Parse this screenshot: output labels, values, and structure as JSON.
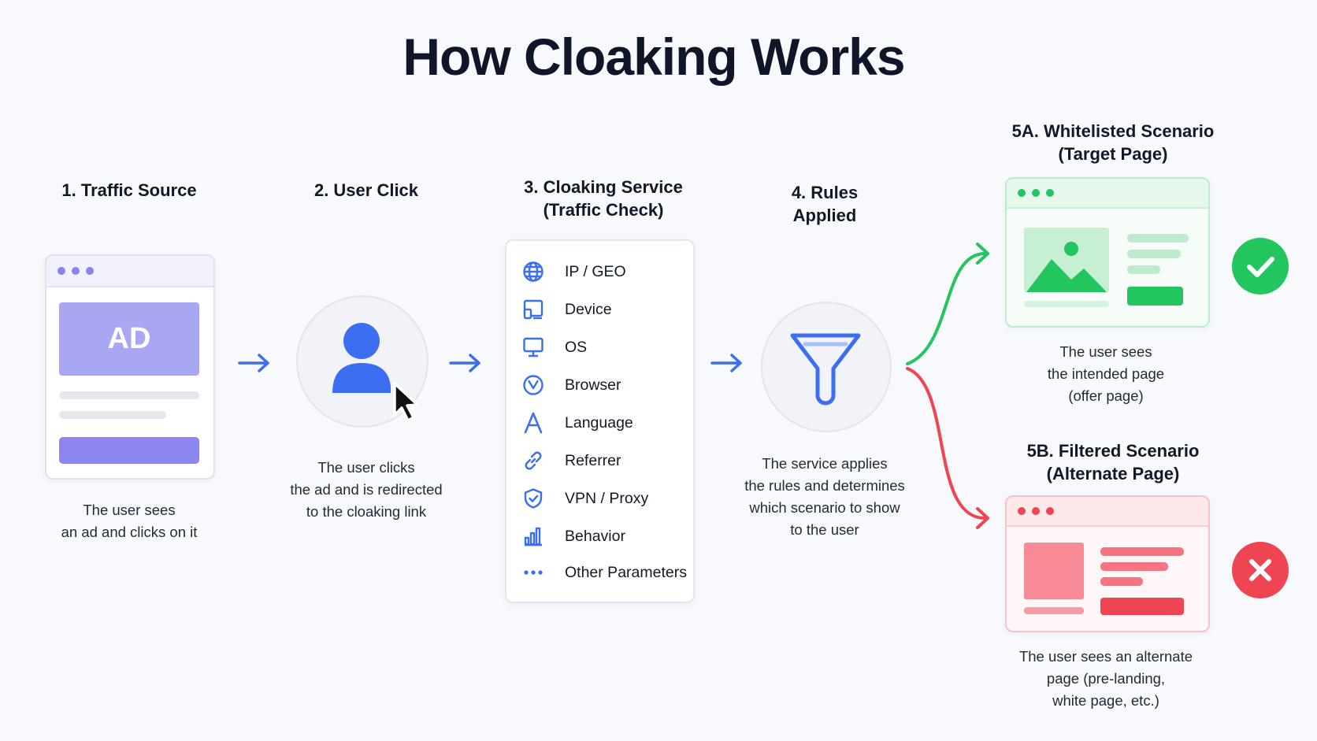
{
  "title": "How Cloaking Works",
  "steps": {
    "s1": {
      "title": "1. Traffic Source",
      "desc_l1": "The user sees",
      "desc_l2": "an ad and clicks on it",
      "ad_label": "AD"
    },
    "s2": {
      "title": "2. User Click",
      "desc_l1": "The user clicks",
      "desc_l2": "the ad and is redirected",
      "desc_l3": "to the cloaking link"
    },
    "s3": {
      "title_l1": "3. Cloaking Service",
      "title_l2": "(Traffic Check)",
      "items": [
        {
          "label": "IP / GEO",
          "icon": "globe-icon"
        },
        {
          "label": "Device",
          "icon": "device-icon"
        },
        {
          "label": "OS",
          "icon": "monitor-icon"
        },
        {
          "label": "Browser",
          "icon": "browser-icon"
        },
        {
          "label": "Language",
          "icon": "language-icon"
        },
        {
          "label": "Referrer",
          "icon": "link-icon"
        },
        {
          "label": "VPN / Proxy",
          "icon": "shield-icon"
        },
        {
          "label": "Behavior",
          "icon": "bar-chart-icon"
        },
        {
          "label": "Other Parameters",
          "icon": "more-dots-icon"
        }
      ]
    },
    "s4": {
      "title_l1": "4. Rules",
      "title_l2": "Applied",
      "desc_l1": "The service applies",
      "desc_l2": "the rules and determines",
      "desc_l3": "which scenario to show",
      "desc_l4": "to the user"
    },
    "s5a": {
      "title_l1": "5A. Whitelisted Scenario",
      "title_l2": "(Target Page)",
      "desc_l1": "The user sees",
      "desc_l2": "the intended page",
      "desc_l3": "(offer page)"
    },
    "s5b": {
      "title_l1": "5B. Filtered Scenario",
      "title_l2": "(Alternate Page)",
      "desc_l1": "The user sees an alternate",
      "desc_l2": "page (pre-landing,",
      "desc_l3": "white page, etc.)"
    }
  },
  "colors": {
    "blue": "#3b6ef0",
    "purple": "#8d86f0",
    "green": "#22c55e",
    "red": "#ef4452"
  }
}
